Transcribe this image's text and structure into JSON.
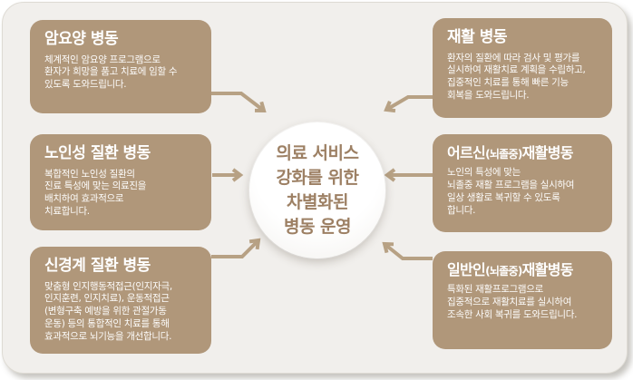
{
  "diagram": {
    "center": {
      "lines": "의료 서비스\n강화를 위한\n차별화된\n병동 운영"
    },
    "wards": [
      {
        "title_pre": "암요양 병동",
        "title_paren": "",
        "title_post": "",
        "body": "체계적인 암요양 프로그램으로\n환자가 희망을 품고 치료에 임할 수\n있도록 도와드립니다."
      },
      {
        "title_pre": "노인성 질환 병동",
        "title_paren": "",
        "title_post": "",
        "body": "복합적인 노인성 질환의\n진료 특성에 맞는 의료진을\n배치하여 효과적으로\n치료합니다."
      },
      {
        "title_pre": "신경계 질환 병동",
        "title_paren": "",
        "title_post": "",
        "body": "맞춤형 인지행동적접근(인지자극,\n인지훈련, 인지치료), 운동적접근\n(변형구축 예방을 위한 관절가동\n운동) 등의 통합적인 치료를 통해\n효과적으로 뇌기능을 개선합니다."
      },
      {
        "title_pre": "재활 병동",
        "title_paren": "",
        "title_post": "",
        "body": "환자의 질환에 따라 검사 및 평가를\n실시하여 재활치료 계획을 수립하고,\n집중적인 치료를 통해 빠른 기능\n회복을 도와드립니다."
      },
      {
        "title_pre": "어르신",
        "title_paren": "(뇌졸중)",
        "title_post": "재활병동",
        "body": "노인의 특성에 맞는\n뇌졸중 재활 프로그램을 실시하여\n일상 생활로 복귀할 수 있도록\n합니다."
      },
      {
        "title_pre": "일반인",
        "title_paren": "(뇌졸중)",
        "title_post": "재활병동",
        "body": "특화된 재활프로그램으로\n집중적으로 재활치료를 실시하여\n조속한 사회 복귀를 도와드립니다."
      }
    ],
    "colors": {
      "box": "#b0977a",
      "arrow": "#b7a184",
      "panel_bg": "#f1efec",
      "circle_text": "#9d8064",
      "box_text": "#ffffff"
    }
  }
}
